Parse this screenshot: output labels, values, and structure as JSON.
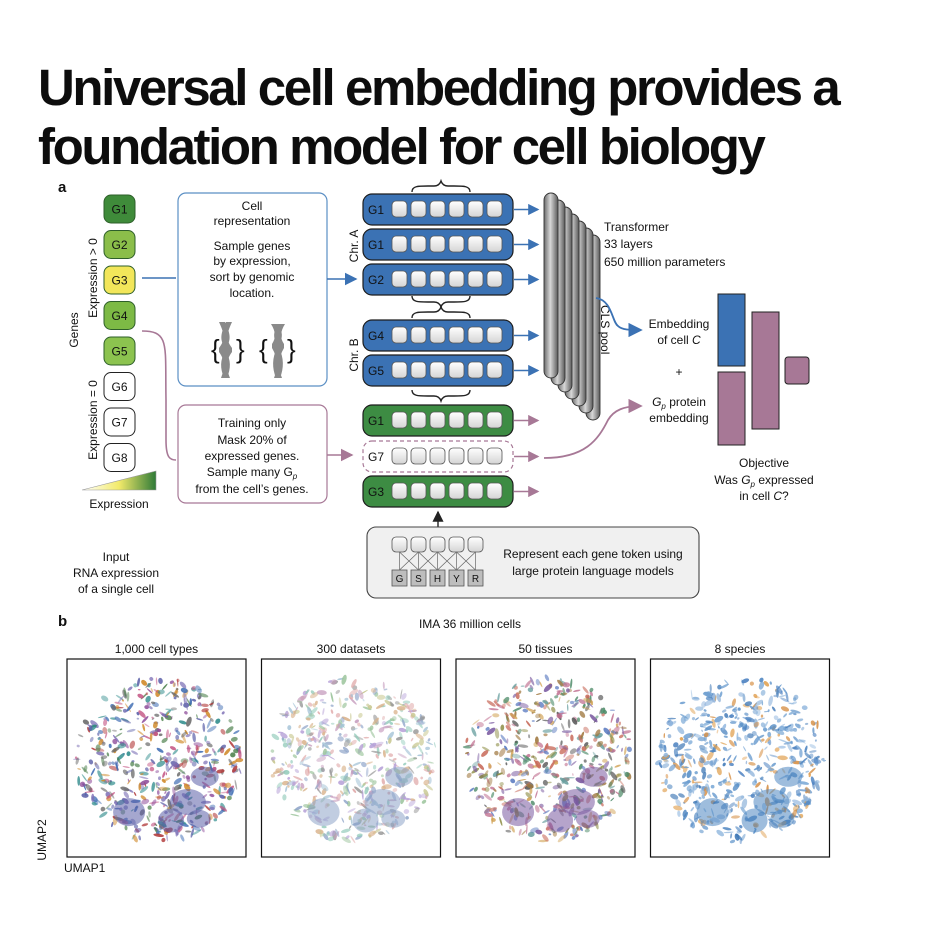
{
  "title": "Universal cell embedding provides a foundation model for cell biology",
  "panel_a": {
    "letter": "a",
    "genes": [
      "G1",
      "G2",
      "G3",
      "G4",
      "G5",
      "G6",
      "G7",
      "G8"
    ],
    "gene_colors": [
      "#3f8b3a",
      "#8bbe4a",
      "#f2e65a",
      "#7dba45",
      "#8cc34f",
      "#ffffff",
      "#ffffff",
      "#ffffff"
    ],
    "genes_label": "Genes",
    "expr_pos_label": "Expression > 0",
    "expr_zero_label": "Expression = 0",
    "expression_label": "Expression",
    "input_label": [
      "Input",
      "RNA expression",
      "of a single cell"
    ],
    "cell_rep_box": [
      "Cell",
      "representation",
      "",
      "Sample genes",
      "by expression,",
      "sort by genomic",
      "location."
    ],
    "training_box": [
      "Training only",
      "Mask 20% of",
      "expressed genes.",
      "Sample many G",
      "from the cell’s genes."
    ],
    "chr_a_label": "Chr. A",
    "chr_b_label": "Chr. B",
    "blue_rows": [
      "G1",
      "G1",
      "G2",
      "G4",
      "G5"
    ],
    "green_rows": [
      "G1",
      "G7",
      "G3"
    ],
    "transformer_label": [
      "Transformer",
      "33 layers",
      "650 million parameters"
    ],
    "cls_pool_label": "CLS pool",
    "embedding_label": [
      "Embedding",
      "of cell C"
    ],
    "plus": "+",
    "protein_embedding_label": [
      "G",
      " protein",
      "embedding"
    ],
    "objective_label": [
      "Objective",
      "Was G",
      " expressed",
      "in cell C?"
    ],
    "subscript_p": "p",
    "aa_letters": [
      "G",
      "S",
      "H",
      "Y",
      "R"
    ],
    "protein_lm_text": [
      "Represent each gene token using",
      "large protein language models"
    ],
    "colors": {
      "blue": "#3b72b4",
      "green": "#3d8c43",
      "mauve": "#a77896",
      "yellow": "#f2e65a"
    }
  },
  "panel_b": {
    "letter": "b",
    "heading": "IMA 36 million cells",
    "panels": [
      "1,000 cell types",
      "300 datasets",
      "50 tissues",
      "8 species"
    ],
    "xlabel": "UMAP1",
    "ylabel": "UMAP2"
  }
}
